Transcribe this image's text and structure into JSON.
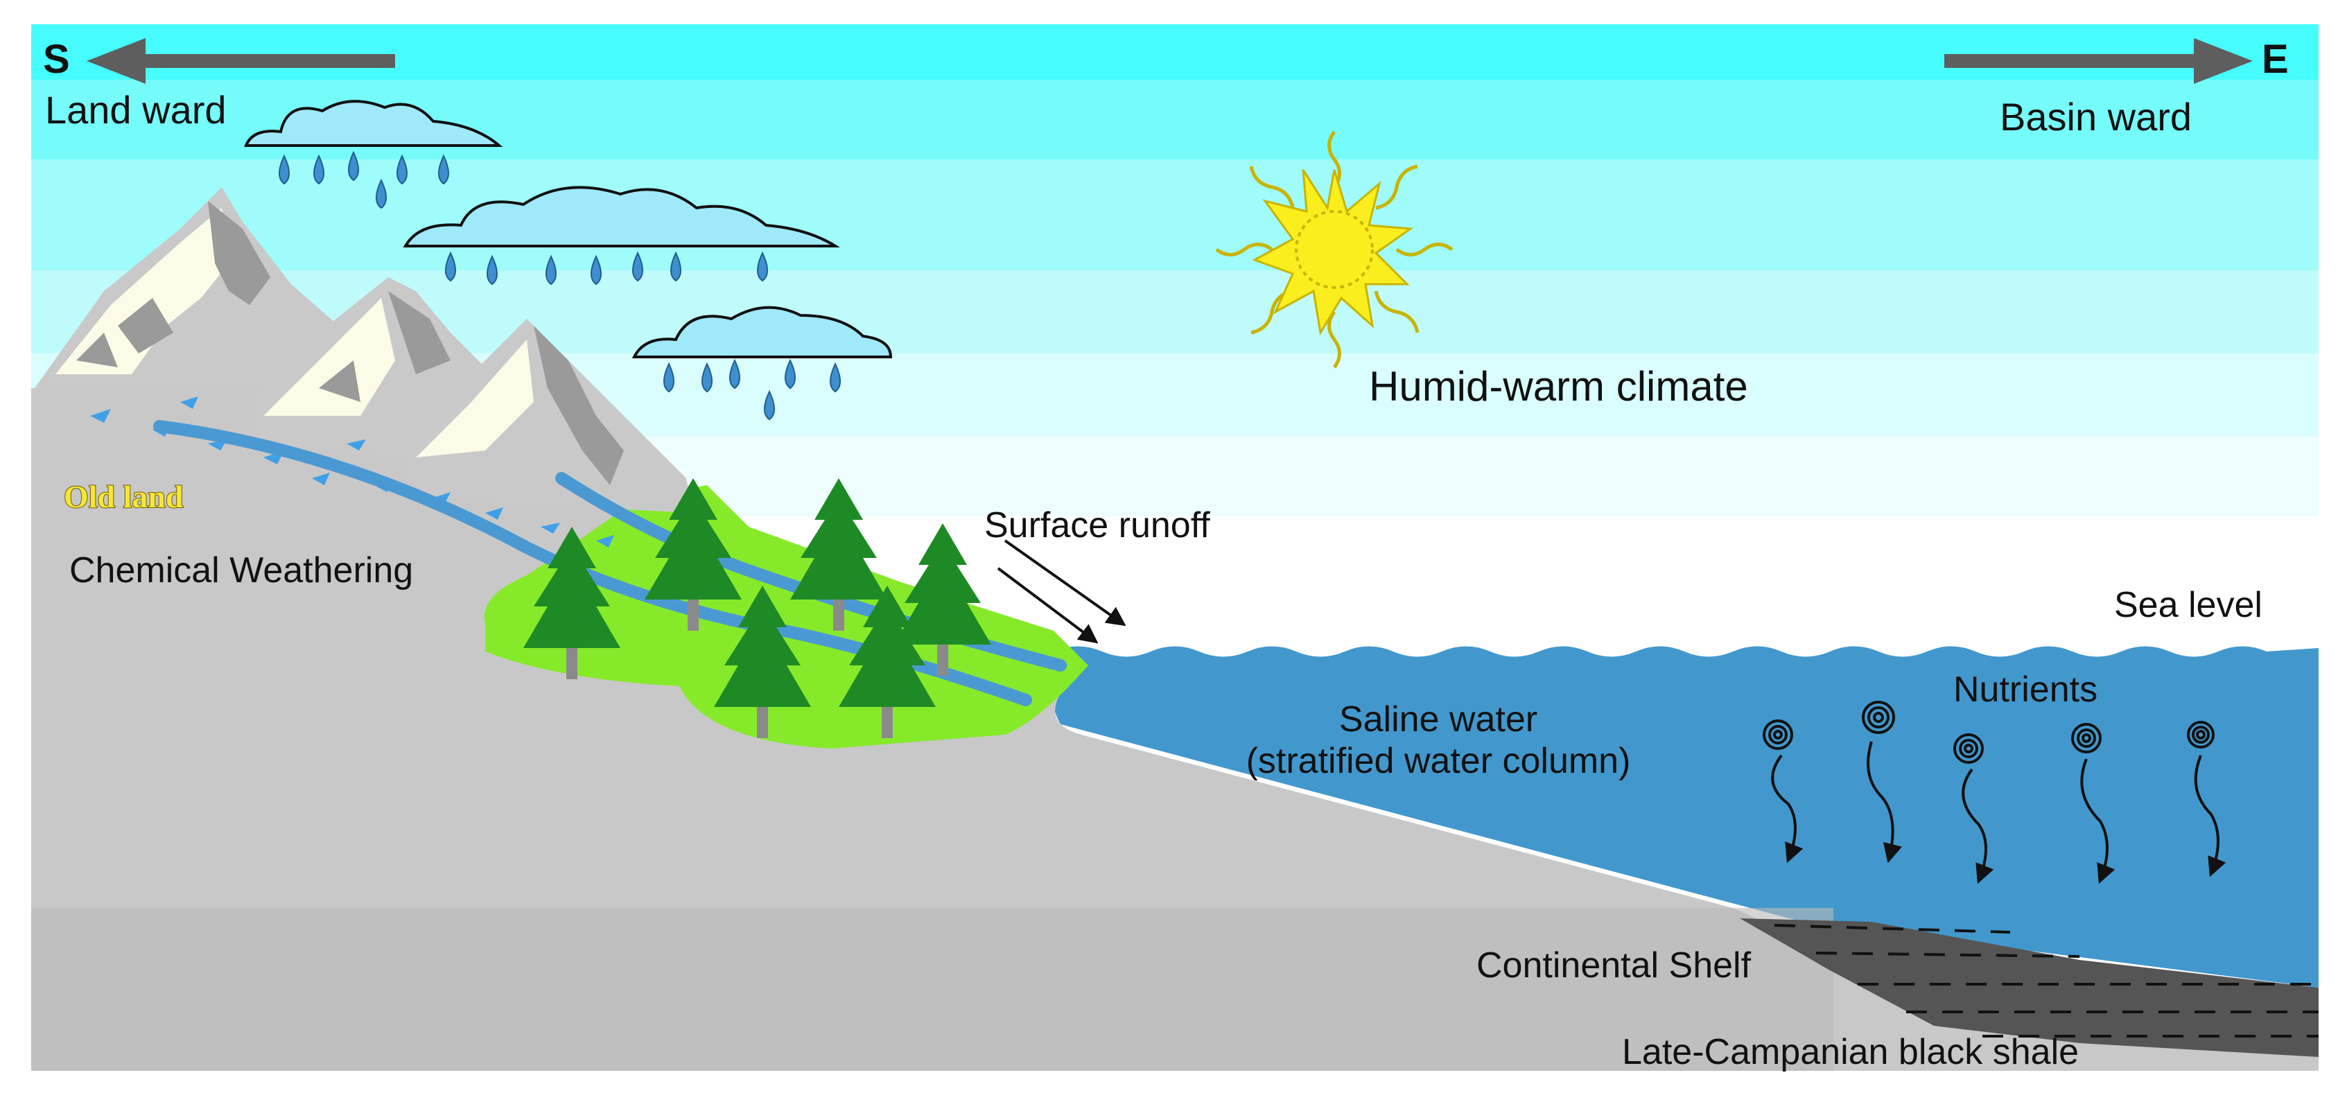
{
  "directions": {
    "south_letter": "S",
    "east_letter": "E",
    "landward": "Land ward",
    "basinward": "Basin ward"
  },
  "labels": {
    "old_land": "Old land",
    "chemical_weathering": "Chemical Weathering",
    "climate": "Humid-warm climate",
    "surface_runoff": "Surface runoff",
    "sea_level": "Sea level",
    "saline_water_line1": "Saline water",
    "saline_water_line2": "(stratified water column)",
    "nutrients": "Nutrients",
    "continental_shelf": "Continental Shelf",
    "black_shale": "Late-Campanian black shale"
  },
  "colors": {
    "sky_top": "#4dfcfd",
    "sea": "#4298cd",
    "land": "#c8c8c8",
    "grass": "#86ea2a",
    "tree": "#1e8a25",
    "shale": "#555555",
    "sun": "#fbee1f",
    "river": "#4b99d3",
    "rain": "#3f8fd0"
  },
  "icons": [
    "arrow-left-icon",
    "arrow-right-icon",
    "cloud-icon",
    "raindrop-icon",
    "sun-icon",
    "mountain-icon",
    "tree-icon",
    "nutrient-spiral-icon",
    "sinking-arrow-icon"
  ]
}
